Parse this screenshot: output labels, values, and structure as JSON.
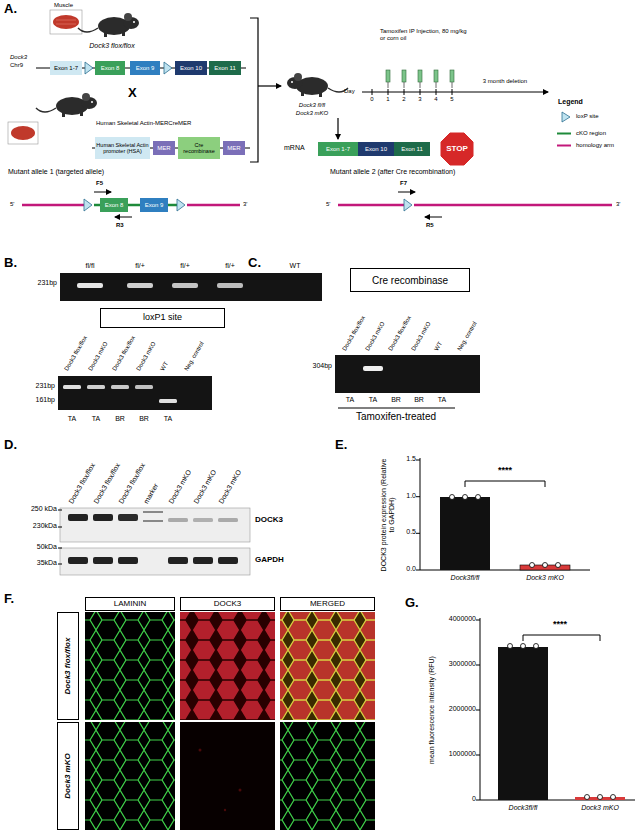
{
  "diagram": {
    "nodes": [
      {
        "text": [
          "Exon 1-7"
        ]
      },
      {
        "text": [
          "Exon 8"
        ]
      },
      {
        "text": [
          "Exon 9"
        ]
      },
      {
        "text": [
          "Exon 10"
        ]
      },
      {
        "text": [
          "Exon 11"
        ]
      },
      {
        "text": [
          "Human Skeletal Actin promoter (HSA)"
        ]
      },
      {
        "text": [
          "MER"
        ]
      },
      {
        "text": [
          "Cre recombinase"
        ]
      },
      {
        "text": [
          "MER"
        ]
      },
      {
        "text": [
          "Exon 1-7"
        ]
      },
      {
        "text": [
          "Exon 10"
        ]
      },
      {
        "text": [
          "Exon 11"
        ]
      },
      {
        "text": [
          "STOP"
        ]
      },
      {
        "text": [
          "Exon 8"
        ]
      },
      {
        "text": [
          "Exon 9"
        ]
      },
      {
        "text": [
          "loxP1 site"
        ]
      },
      {
        "text": [
          "Cre recombinase"
        ]
      },
      {
        "text": [
          "LAMININ"
        ]
      },
      {
        "text": [
          "DOCK3"
        ]
      },
      {
        "text": [
          "MERGED"
        ]
      },
      {
        "text": [
          "Dock3 flox/flox"
        ]
      },
      {
        "text": [
          "Dock3 mKO"
        ]
      }
    ],
    "labels": [
      "A.",
      "Muscle",
      "Dock3 flox/flox",
      "Dock3",
      "Chr9",
      "X",
      "Human Skeletal Actin-MERCreMER",
      "Dock3 fl/fl",
      "Dock3 mKO",
      "Tamoxifen IP Injection, 80 mg/kg or corn oil",
      "Day",
      "0",
      "1",
      "2",
      "3",
      "4",
      "5",
      "3 month deletion",
      "mRNA",
      "Legend",
      "Mutant allele 1 (targeted allele)",
      "F5",
      "R3",
      "5'",
      "3'",
      "Mutant allele 2 (after Cre recombination)",
      "F7",
      "R5",
      "5'",
      "3'",
      "B.",
      "fl/fl",
      "fl/+",
      "fl/+",
      "fl/+",
      "WT",
      "231bp",
      "Dock3 flox/flox",
      "Dock3 mKO",
      "Dock3 flox/flox",
      "Dock3 mKO",
      "WT",
      "Neg. control",
      "231bp",
      "161bp",
      "TA",
      "TA",
      "BR",
      "BR",
      "TA",
      "C.",
      "Dock3 flox/flox",
      "Dock3 mKO",
      "Dock3 flox/flox",
      "Dock3 mKO",
      "WT",
      "Neg. control",
      "304bp",
      "TA",
      "TA",
      "BR",
      "BR",
      "TA",
      "Tamoxifen-treated",
      "D.",
      "Dock3 flox/flox",
      "Dock3 flox/flox",
      "Dock3 flox/flox",
      "marker",
      "Dock3 mKO",
      "Dock3 mKO",
      "Dock3 mKO",
      "250 kDa",
      "230kDa",
      "50kDa",
      "35kDa",
      "DOCK3",
      "GAPDH",
      "E.",
      "DOCK3 protein expression (Relative to GAPDH)",
      "0.0",
      "0.5",
      "1.0",
      "1.5",
      "****",
      "Dock3fl/fl",
      "Dock3 mKO",
      "F.",
      "G.",
      "mean fluorescence intensity (RFU)",
      "0",
      "1000000",
      "2000000",
      "3000000",
      "4000000",
      "****",
      "Dock3fl/fl",
      "Dock3 mKO"
    ],
    "legend": [
      {
        "text": "loxP site"
      },
      {
        "text": "cKO region"
      },
      {
        "text": "homology arm"
      }
    ]
  }
}
